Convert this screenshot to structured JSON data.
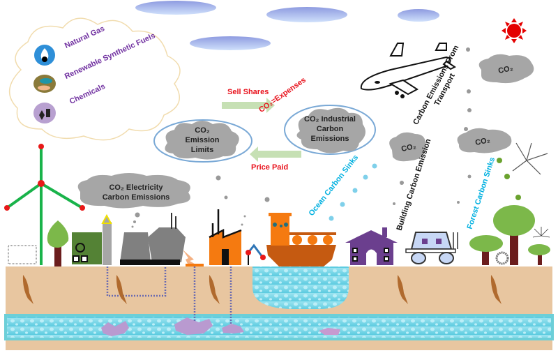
{
  "legend_cloud": {
    "items": [
      {
        "icon": "natural-gas-flame-icon",
        "label": "Natural Gas",
        "color": "#2e8fd8"
      },
      {
        "icon": "synthetic-fuel-icon",
        "label": "Renewable Synthetic Fuels",
        "color": "#8a7a3a"
      },
      {
        "icon": "chemicals-icon",
        "label": "Chemicals",
        "color": "#b8a0d0"
      }
    ]
  },
  "market": {
    "sell_shares": "Sell Shares",
    "expenses": "CO₂=Expenses",
    "price_paid": "Price Paid",
    "emission_limits": [
      "CO₂",
      "Emission",
      "Limits"
    ],
    "industrial": [
      "CO₂ Industrial",
      "Carbon",
      "Emissions"
    ]
  },
  "electricity_cloud": [
    "CO₂ Electricity",
    "Carbon Emissions"
  ],
  "co2_clouds": [
    "CO₂",
    "CO₂",
    "CO₂"
  ],
  "labels": {
    "transport": [
      "Carbon Emissions From",
      "Transport"
    ],
    "building": "Building Carbon Emission",
    "ocean": "Ocean Carbon Sinks",
    "forest": "Forest Carbon Sinks"
  },
  "colors": {
    "label_red": "#e8121c",
    "label_purple": "#7030a0",
    "label_cyan": "#00b0e0",
    "co2_cloud": "#a6a6a6",
    "soil": "#e8c9a4",
    "water": "#7fd6e8",
    "windmill": "#19b34a",
    "factory_orange": "#f57a10",
    "house_purple": "#6b3f8e",
    "tree_green": "#7cb84a",
    "trunk": "#6b1d1d",
    "sun": "#e40000"
  }
}
